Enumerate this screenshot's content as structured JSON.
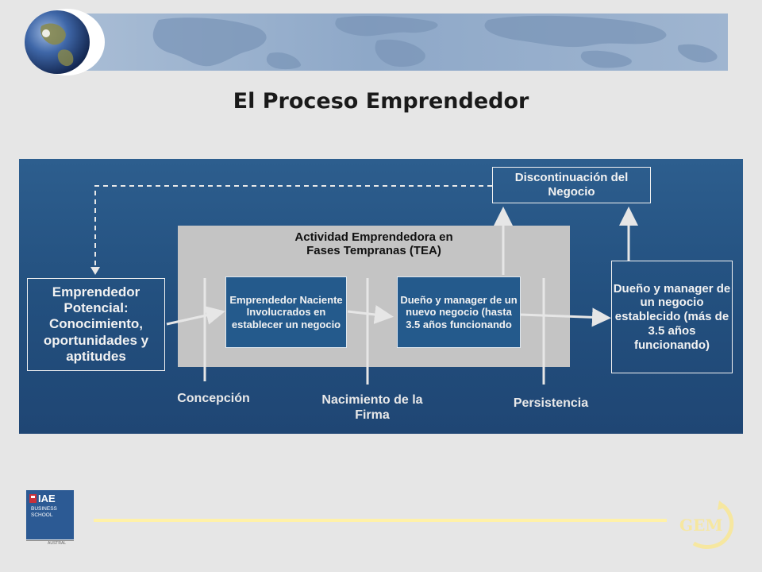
{
  "header": {
    "title": "El Proceso Emprendedor"
  },
  "diagram": {
    "tea": {
      "label_line1": "Actividad Emprendedora en",
      "label_line2": "Fases Tempranas (TEA)"
    },
    "boxes": {
      "potencial": "Emprendedor Potencial: Conocimiento, oportunidades y aptitudes",
      "naciente": "Emprendedor Naciente Involucrados en establecer un negocio",
      "nuevo": "Dueño y manager de un nuevo negocio (hasta 3.5 años funcionando",
      "establecido": "Dueño y manager de un negocio establecido (más de 3.5 años funcionando)",
      "discontinuacion": "Discontinuación del Negocio"
    },
    "phases": {
      "concepcion": "Concepción",
      "nacimiento": "Nacimiento de la Firma",
      "persistencia": "Persistencia"
    }
  },
  "footer": {
    "logo_left": {
      "line1": "IAE",
      "line2": "BUSINESS",
      "line3": "SCHOOL",
      "line4": "AUSTRAL"
    },
    "logo_right": "GEM",
    "colors": {
      "accent_line": "#fff1a8",
      "diagram_bg": "#23507f"
    }
  }
}
